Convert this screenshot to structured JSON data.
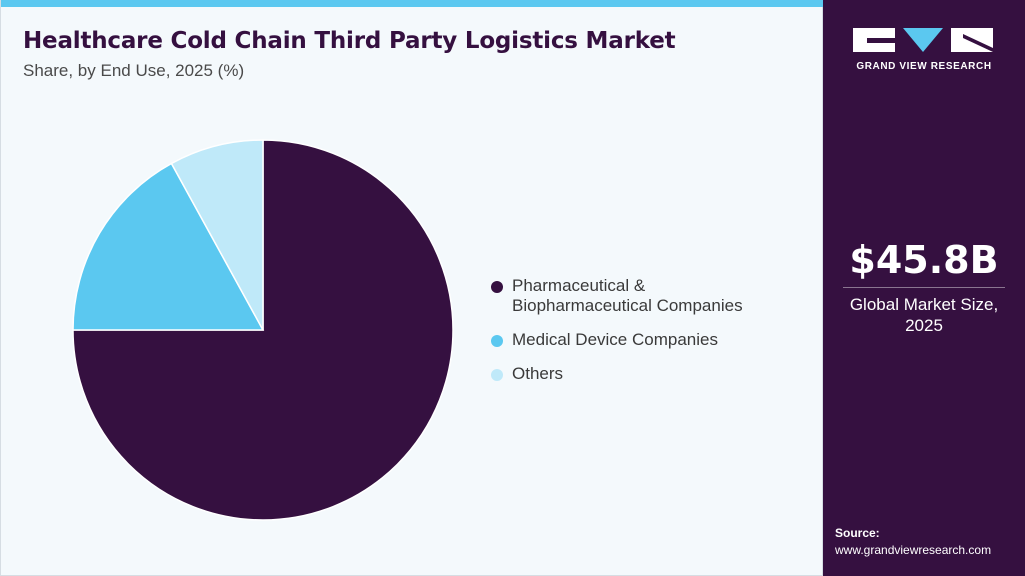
{
  "header": {
    "title": "Healthcare Cold Chain Third Party Logistics Market",
    "subtitle": "Share, by End Use, 2025 (%)"
  },
  "chart_data": {
    "type": "pie",
    "title": "Healthcare Cold Chain Third Party Logistics Market",
    "subtitle": "Share, by End Use, 2025 (%)",
    "categories": [
      "Pharmaceutical & Biopharmaceutical Companies",
      "Medical Device Companies",
      "Others"
    ],
    "values": [
      75,
      17,
      8
    ],
    "colors": [
      "#351040",
      "#5bc8f0",
      "#bfe9f9"
    ],
    "start_angle_deg": 0,
    "direction": "clockwise",
    "legend_placement": "right"
  },
  "legend": [
    {
      "label": "Pharmaceutical & Biopharmaceutical Companies",
      "color": "#351040"
    },
    {
      "label": "Medical Device Companies",
      "color": "#5bc8f0"
    },
    {
      "label": "Others",
      "color": "#bfe9f9"
    }
  ],
  "side_panel": {
    "logo_text": "GRAND VIEW RESEARCH",
    "market_value": "$45.8B",
    "market_label": "Global Market Size, 2025",
    "source_label": "Source:",
    "source_url": "www.grandviewresearch.com"
  },
  "colors": {
    "accent": "#5bc8f0",
    "brand_dark": "#351040",
    "background": "#f4f9fc"
  }
}
